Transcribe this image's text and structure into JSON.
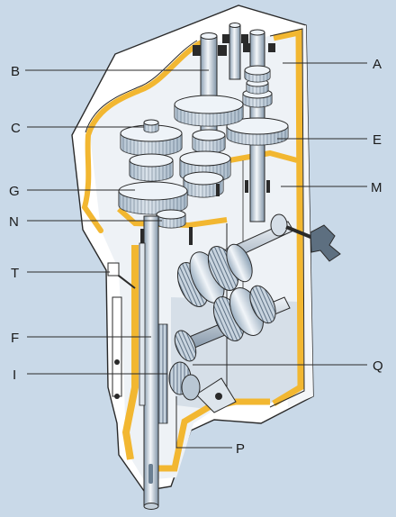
{
  "labels": {
    "A": "A",
    "B": "B",
    "C": "C",
    "E": "E",
    "G": "G",
    "M": "M",
    "N": "N",
    "T": "T",
    "F": "F",
    "I": "I",
    "Q": "Q",
    "P": "P"
  },
  "colors": {
    "background": "#c9d9e8",
    "casing": "#ffffff",
    "casing_wall_fill": "#f2b731",
    "outline": "#2a2a2a",
    "metal_light": "#eef3f8",
    "metal_mid": "#b9c7d4",
    "metal_dark": "#7f93a6",
    "oil": "#d6dfe8"
  }
}
